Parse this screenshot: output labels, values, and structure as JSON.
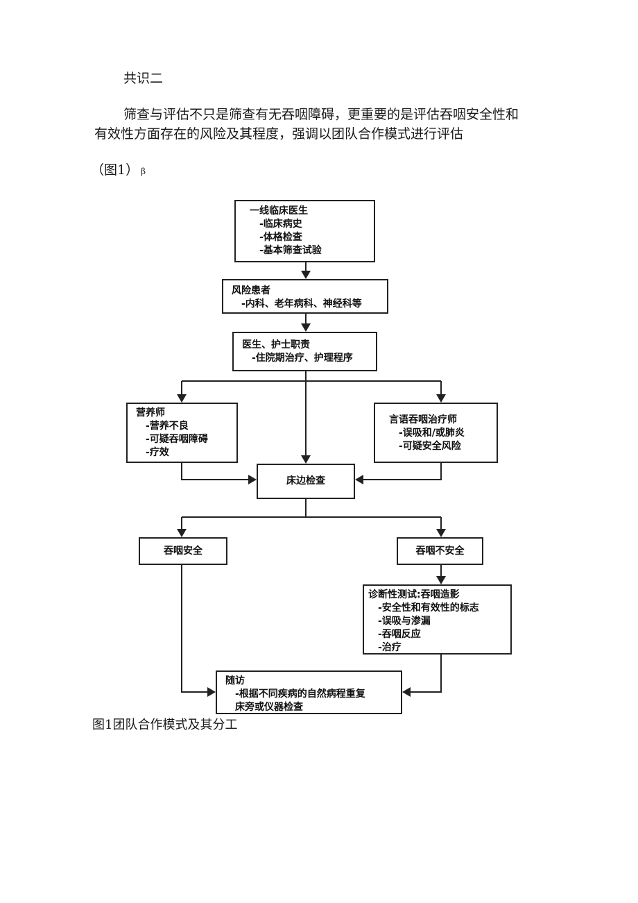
{
  "doc": {
    "heading": "共识二",
    "paragraph_line1": "筛查与评估不只是筛查有无吞咽障碍，更重要的是评估吞咽安全性和",
    "paragraph_line2": "有效性方面存在的风险及其程度，强调以团队合作模式进行评估",
    "figure_ref": "（图1）",
    "figure_ref_mark": "β",
    "caption": "图1团队合作模式及其分工"
  },
  "flowchart": {
    "frontline": {
      "title": "一线临床医生",
      "items": [
        "-临床病史",
        "-体格检查",
        "-基本筛查试验"
      ]
    },
    "risk": {
      "title": "风险患者",
      "items": [
        "-内科、老年病科、神经科等"
      ]
    },
    "staff": {
      "title": "医生、护士职责",
      "items": [
        "-住院期治疗、护理程序"
      ]
    },
    "dietitian": {
      "title": "营养师",
      "items": [
        "-营养不良",
        "-可疑吞咽障碍",
        "-疗效"
      ]
    },
    "therapist": {
      "title": "言语吞咽治疗师",
      "items": [
        "-误吸和/或肺炎",
        "-可疑安全风险"
      ]
    },
    "bedside": {
      "title": "床边检查"
    },
    "safe": {
      "title": "吞咽安全"
    },
    "unsafe": {
      "title": "吞咽不安全"
    },
    "diagnostic": {
      "title": "诊断性测试:吞咽造影",
      "items": [
        "-安全性和有效性的标志",
        "-误吸与渗漏",
        "-吞咽反应",
        "-治疗"
      ]
    },
    "followup": {
      "title": "随访",
      "items": [
        "-根据不同疾病的自然病程重复",
        "床旁或仪器检查"
      ]
    }
  }
}
